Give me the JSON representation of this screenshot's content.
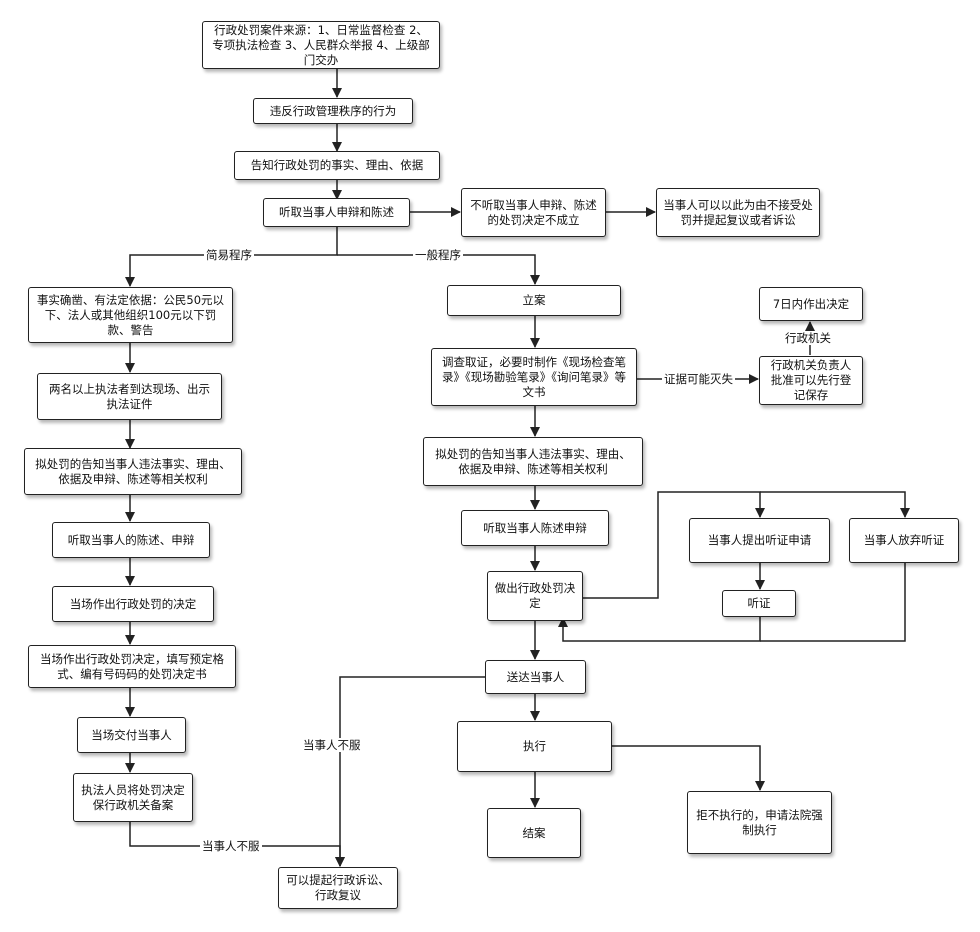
{
  "nodes": {
    "n1": "行政处罚案件来源：1、日常监督检查 2、专项执法检查 3、人民群众举报 4、上级部门交办",
    "n2": "违反行政管理秩序的行为",
    "n3": "告知行政处罚的事实、理由、依据",
    "n4": "听取当事人申辩和陈述",
    "n5": "不听取当事人申辩、陈述的处罚决定不成立",
    "n6": "当事人可以以此为由不接受处罚并提起复议或者诉讼",
    "s1": "事实确凿、有法定依据：公民50元以下、法人或其他组织100元以下罚款、警告",
    "s2": "两名以上执法者到达现场、出示执法证件",
    "s3": "拟处罚的告知当事人违法事实、理由、依据及申辩、陈述等相关权利",
    "s4": "听取当事人的陈述、申辩",
    "s5": "当场作出行政处罚的决定",
    "s6": "当场作出行政处罚决定，填写预定格式、编有号码码的处罚决定书",
    "s7": "当场交付当事人",
    "s8": "执法人员将处罚决定保行政机关备案",
    "g1": "立案",
    "g2": "调查取证，必要时制作《现场检查笔录》《现场勘验笔录》《询问笔录》等文书",
    "g3": "拟处罚的告知当事人违法事实、理由、依据及申辩、陈述等相关权利",
    "g4": "听取当事人陈述申辩",
    "g5": "做出行政处罚决定",
    "g6": "送达当事人",
    "g7": "执行",
    "g8": "结案",
    "g9": "拒不执行的，申请法院强制执行",
    "h1": "当事人提出听证申请",
    "h2": "听证",
    "h3": "当事人放弃听证",
    "e1": "行政机关负责人批准可以先行登记保存",
    "e2": "7日内作出决定",
    "f1": "可以提起行政诉讼、行政复议"
  },
  "edge_labels": {
    "simple": "简易程序",
    "general": "一般程序",
    "evidence": "证据可能灭失",
    "agency": "行政机关",
    "dissatisfied_a": "当事人不服",
    "dissatisfied_b": "当事人不服"
  }
}
